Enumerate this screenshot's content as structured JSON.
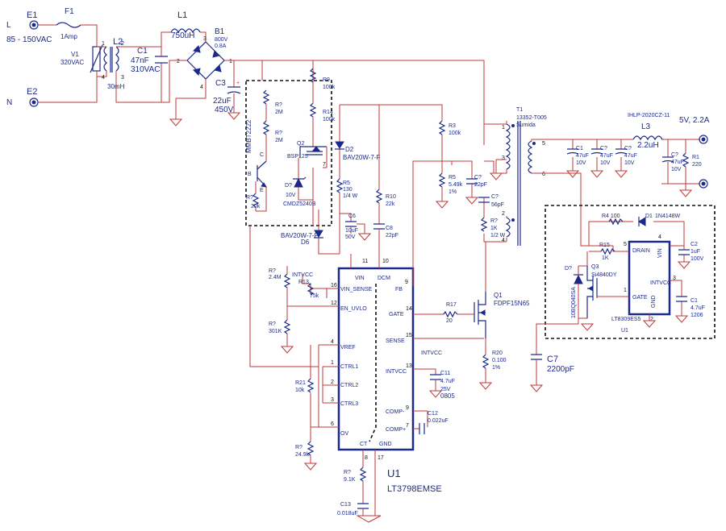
{
  "labels": {
    "e1": "E1",
    "line": "L",
    "input_voltage": "85 - 150VAC",
    "e2": "E2",
    "neutral": "N",
    "f1": "F1",
    "f1_value": "1Amp",
    "v1": "V1",
    "v1_value": "320VAC",
    "l2": "L2",
    "l2_value": "30mH",
    "c1": "C1",
    "c1_value": "47nF",
    "c1_voltage": "310VAC",
    "l1": "L1",
    "l1_value": "750uH",
    "b1": "B1",
    "b1_voltage": "800V",
    "b1_current": "0.8A",
    "c3": "C3",
    "c3_value": "22uF",
    "c3_voltage": "450V",
    "r9": "R9",
    "r9_value": "100k",
    "r14": "R14",
    "r14_value": "100k",
    "r7a": "R?",
    "r7a_value": "2M",
    "r7b": "R?",
    "r7b_value": "2M",
    "mmbt2222": "MMBT2222",
    "r1_box": "R?",
    "r1_box_value": "20k",
    "q2": "Q2",
    "q2_part": "BSP125",
    "d7z": "D?",
    "d7z_voltage": "10V",
    "d7z_part": "CMDZ5240B",
    "d6": "D6",
    "d6_part": "BAV20W-7-F",
    "d2": "D2",
    "d2_part": "BAV20W-7-F",
    "r5a": "R5",
    "r5a_value": "130",
    "r5a_power": "1/4 W",
    "c6": "C6",
    "c6_value": "10uF",
    "c6_voltage": "50V",
    "r10": "R10",
    "r10_value": "22k",
    "c8": "C8",
    "c8_value": "22pF",
    "intvcc_left": "INTVCC",
    "r13": "R13",
    "r13_value": "75k",
    "r1_top": "R?",
    "r1_top_value": "2.4M",
    "r_bot": "R?",
    "r_bot_value": "301K",
    "r21": "R21",
    "r21_value": "10k",
    "r_ov": "R?",
    "r_ov_value": "24.9k",
    "r_ct": "R?",
    "r_ct_value": "9.1K",
    "c13": "C13",
    "c13_value": "0.018uF",
    "r17": "R17",
    "r17_value": "20",
    "intvcc_c11": "INTVCC",
    "c11": "C11",
    "c11_value": "4.7uF",
    "c11_voltage": "25V",
    "c11_package": "0805",
    "c12": "C12",
    "c12_value": "0.022uF",
    "r3": "R3",
    "r3_value": "100k",
    "r5b": "R5",
    "r5b_value": "5.49k",
    "r5b_tol": "1%",
    "c7a": "C?",
    "c7a_value": "22pF",
    "c7b": "C?",
    "c7b_value": "56pF",
    "r7c": "R?",
    "r7c_value": "1K",
    "r7c_power": "1/2 W",
    "q1": "Q1",
    "q1_part": "FDPF15N65",
    "r20": "R20",
    "r20_value": "0.100",
    "r20_tol": "1%",
    "t1": "T1",
    "t1_part": "13352-T005",
    "t1_maker": "Sumida",
    "oc1": "C1",
    "oc1_value": "47uF",
    "oc1_voltage": "10V",
    "oc2": "C?",
    "oc2_value": "47uF",
    "oc2_voltage": "10V",
    "oc3": "C?",
    "oc3_value": "47uF",
    "oc3_voltage": "10V",
    "oc4": "C?",
    "oc4_value": "47uF",
    "oc4_voltage": "10V",
    "l3_part": "IHLP-2020CZ-11",
    "l3": "L3",
    "l3_value": "2.2uH",
    "rload": "R1",
    "rload_value": "220",
    "output": "5V, 2.2A",
    "d1": "D1",
    "d1_part": "1N4148W",
    "r4": "R4 100",
    "r15": "R15",
    "r15_value": "1K",
    "c2": "C2",
    "c2_value": "1uF",
    "c2_voltage": "100V",
    "c1s": "C1",
    "c1s_value": "4.7uF",
    "c1s_package": "1206",
    "q3": "Q3",
    "q3_part": "Si4840DY",
    "d7s": "D?",
    "d7s_part": "10BQ040SA",
    "c7y": "C7",
    "c7y_value": "2200pF"
  },
  "u1": {
    "ref": "U1",
    "part": "LT3798EMSE",
    "pin_vin": "VIN",
    "pin_dcm": "DCM",
    "pin_vin_sense": "VIN_SENSE",
    "pin_en_uvlo": "EN_UVLO",
    "pin_vref": "VREF",
    "pin_ctrl1": "CTRL1",
    "pin_ctrl2": "CTRL2",
    "pin_ctrl3": "CTRL3",
    "pin_ov": "OV",
    "pin_ct": "CT",
    "pin_gnd": "GND",
    "pin_fb": "FB",
    "pin_gate": "GATE",
    "pin_sense": "SENSE",
    "pin_intvcc": "INTVCC",
    "pin_comp_minus": "COMP-",
    "pin_comp_plus": "COMP+"
  },
  "sr": {
    "ref": "U1",
    "part": "LT8309ES5",
    "pin_drain": "DRAIN",
    "pin_vin": "VIN",
    "pin_intvcc": "INTVCC",
    "pin_gate": "GATE",
    "pin_gnd": "GND"
  },
  "pins": {
    "l2_1": "1",
    "l2_2": "2",
    "l2_3": "3",
    "l2_4": "4",
    "b1_1": "1",
    "b1_2": "2",
    "b1_3": "3",
    "b1_4": "4",
    "q_c": "C",
    "q_e": "E",
    "q_b": "B",
    "q2_7": "7",
    "u1_11": "11",
    "u1_10": "10",
    "u1_16": "16",
    "u1_12": "12",
    "u1_4": "4",
    "u1_1": "1",
    "u1_2": "2",
    "u1_3": "3",
    "u1_6": "6",
    "u1_8": "8",
    "u1_17": "17",
    "u1_9": "9",
    "u1_14": "14",
    "u1_15": "15",
    "u1_13": "13",
    "u1_9b": "9",
    "u1_7": "7",
    "t1_1": "1",
    "t1_3": "3",
    "t1_2": "2",
    "t1_4": "4",
    "t1_5": "5",
    "t1_6": "6",
    "sr_5": "5",
    "sr_4": "4",
    "sr_1": "1",
    "sr_3": "3",
    "sr_2": "2"
  },
  "colors": {
    "wire": "#c03a3a",
    "component": "#1b2a8a",
    "box": "#111111"
  }
}
